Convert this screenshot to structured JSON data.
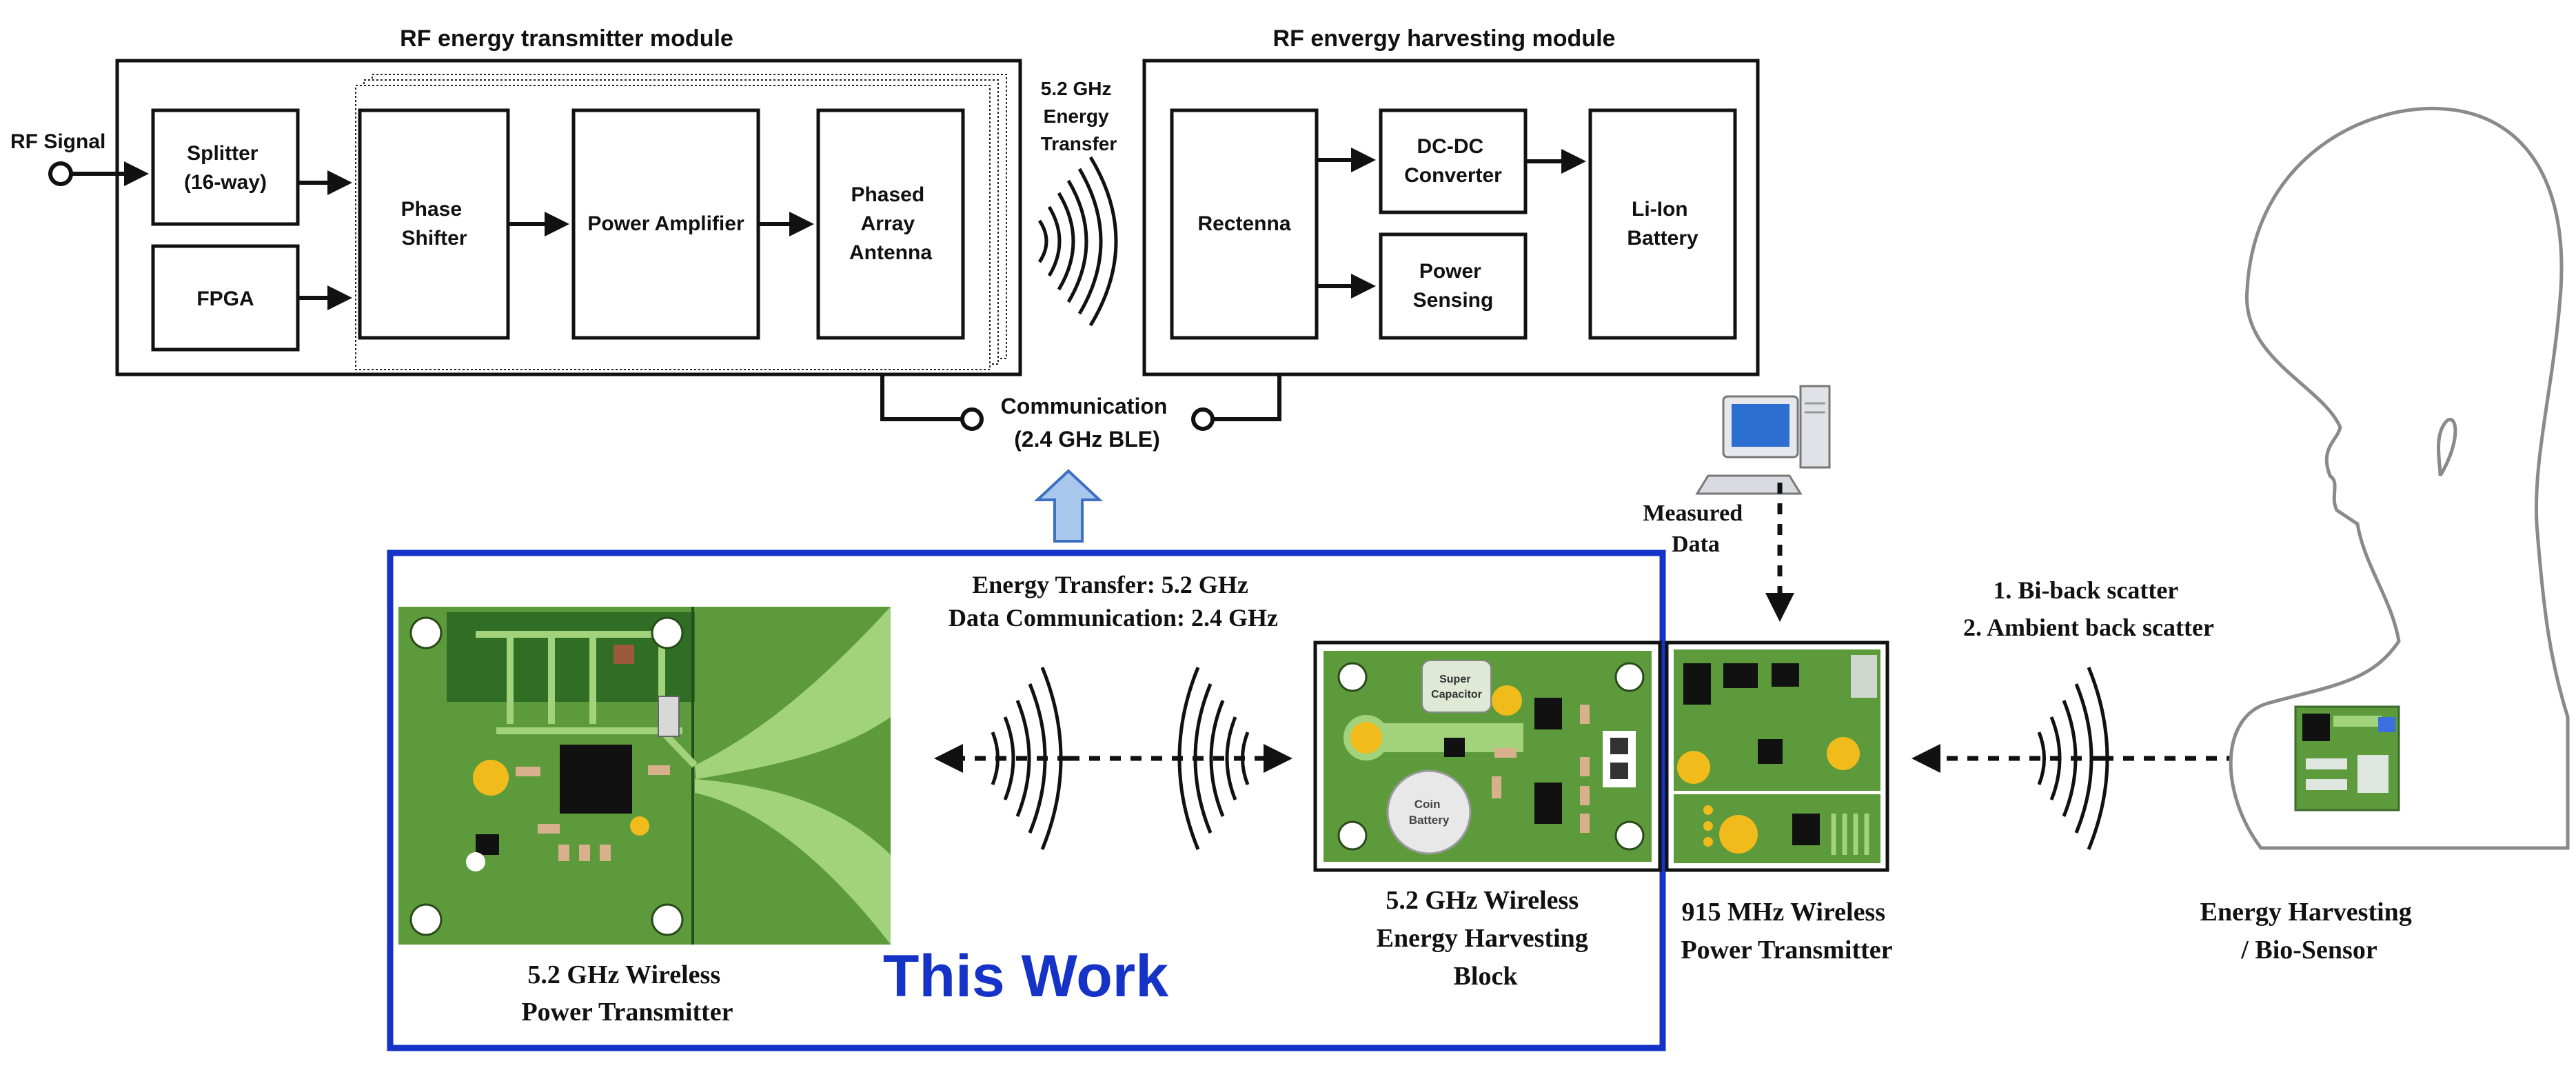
{
  "transmitter_module": {
    "title": "RF energy transmitter module",
    "input_label": "RF Signal",
    "splitter": [
      "Splitter",
      "(16-way)"
    ],
    "fpga": "FPGA",
    "phase_shifter": [
      "Phase",
      "Shifter"
    ],
    "power_amplifier": "Power Amplifier",
    "antenna": [
      "Phased",
      "Array",
      "Antenna"
    ]
  },
  "energy_transfer_label": [
    "5.2 GHz",
    "Energy",
    "Transfer"
  ],
  "harvesting_module": {
    "title": "RF envergy harvesting module",
    "rectenna": "Rectenna",
    "dcdc": [
      "DC-DC",
      "Converter"
    ],
    "power_sensing": [
      "Power",
      "Sensing"
    ],
    "battery": [
      "Li-Ion",
      "Battery"
    ]
  },
  "communication_label": [
    "Communication",
    "(2.4 GHz BLE)"
  ],
  "measured_data": [
    "Measured",
    "Data"
  ],
  "link_info": [
    "Energy Transfer: 5.2 GHz",
    "Data Communication: 2.4 GHz"
  ],
  "backscatter": [
    "1. Bi-back scatter",
    "2. Ambient back scatter"
  ],
  "this_work": "This Work",
  "tx_board_caption": [
    "5.2 GHz Wireless",
    "Power Transmitter"
  ],
  "harvest_block_caption": [
    "5.2 GHz Wireless",
    "Energy Harvesting",
    "Block"
  ],
  "mhz_tx_caption": [
    "915 MHz Wireless",
    "Power Transmitter"
  ],
  "bio_caption": [
    "Energy Harvesting",
    "/ Bio-Sensor"
  ],
  "board_labels": {
    "super_cap": [
      "Super",
      "Capacitor"
    ],
    "coin": [
      "Coin",
      "Battery"
    ]
  },
  "colors": {
    "this_work_blue": "#1533c6",
    "pcb_green": "#5c9a3c",
    "pcb_dark": "#2f6e24",
    "pad_gold": "#f2bb1c",
    "arrow_blue": "#a9c7ec"
  }
}
